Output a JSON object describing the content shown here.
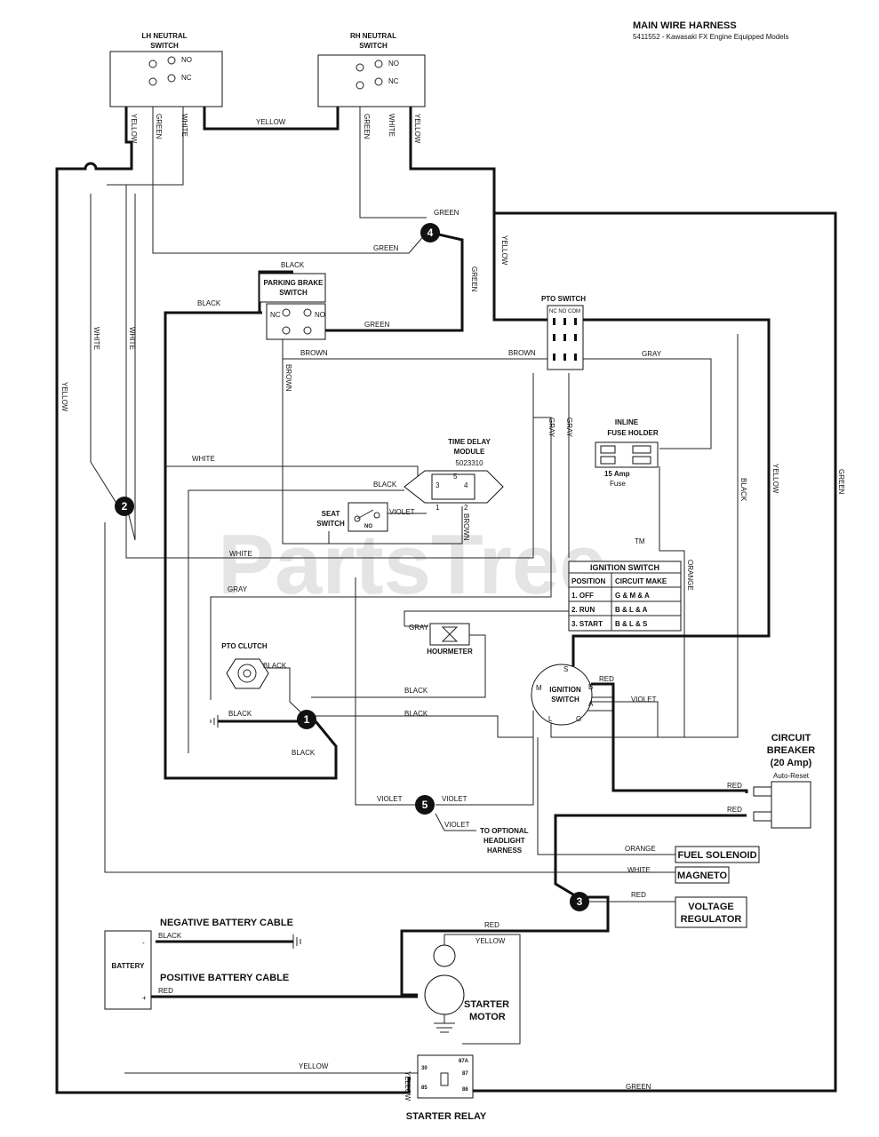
{
  "header": {
    "title": "MAIN WIRE HARNESS",
    "subtitle": "5411552 - Kawasaki FX Engine Equipped Models"
  },
  "watermark": {
    "text": "PartsTree",
    "tm": "TM"
  },
  "components": {
    "lh_neutral": [
      "LH NEUTRAL",
      "SWITCH"
    ],
    "rh_neutral": [
      "RH NEUTRAL",
      "SWITCH"
    ],
    "parking_brake": [
      "PARKING BRAKE",
      "SWITCH"
    ],
    "pto_switch": "PTO SWITCH",
    "pto_switch_pins": "NC NO COM",
    "time_delay": [
      "TIME DELAY",
      "MODULE"
    ],
    "time_delay_pn": "5023310",
    "seat_switch": [
      "SEAT",
      "SWITCH"
    ],
    "inline_fuse": [
      "INLINE",
      "FUSE HOLDER"
    ],
    "fuse_rating": [
      "15 Amp",
      "Fuse"
    ],
    "pto_clutch": "PTO CLUTCH",
    "hourmeter": "HOURMETER",
    "ignition": [
      "IGNITION",
      "SWITCH"
    ],
    "circuit_breaker": [
      "CIRCUIT",
      "BREAKER",
      "(20 Amp)"
    ],
    "auto_reset": "Auto-Reset",
    "headlight": [
      "TO OPTIONAL",
      "HEADLIGHT",
      "HARNESS"
    ],
    "fuel_solenoid": "FUEL SOLENOID",
    "magneto": "MAGNETO",
    "voltage_regulator": [
      "VOLTAGE",
      "REGULATOR"
    ],
    "neg_cable": "NEGATIVE BATTERY CABLE",
    "pos_cable": "POSITIVE BATTERY CABLE",
    "battery": "BATTERY",
    "starter_motor": [
      "STARTER",
      "MOTOR"
    ],
    "starter_relay": "STARTER RELAY"
  },
  "ignition_table": {
    "title": "IGNITION SWITCH",
    "headers": [
      "POSITION",
      "CIRCUIT MAKE"
    ],
    "rows": [
      [
        "1. OFF",
        "G & M & A"
      ],
      [
        "2. RUN",
        "B & L & A"
      ],
      [
        "3. START",
        "B & L & S"
      ]
    ]
  },
  "nodes": [
    "1",
    "2",
    "3",
    "4",
    "5"
  ],
  "wire_colors": {
    "yellow": "YELLOW",
    "green": "GREEN",
    "white": "WHITE",
    "black": "BLACK",
    "brown": "BROWN",
    "gray": "GRAY",
    "violet": "VIOLET",
    "red": "RED",
    "orange": "ORANGE"
  },
  "terminals": {
    "no": "NO",
    "nc": "NC",
    "ign_s": "S",
    "ign_m": "M",
    "ign_b": "B",
    "ign_a": "A",
    "ign_l": "L",
    "ign_g": "G",
    "relay_30": "30",
    "relay_87a": "87A",
    "relay_87": "87",
    "relay_85": "85",
    "relay_86": "86",
    "tdm_5": "5",
    "tdm_3": "3",
    "tdm_4": "4",
    "tdm_1": "1",
    "tdm_2": "2",
    "bat_minus": "-",
    "bat_plus": "+"
  }
}
